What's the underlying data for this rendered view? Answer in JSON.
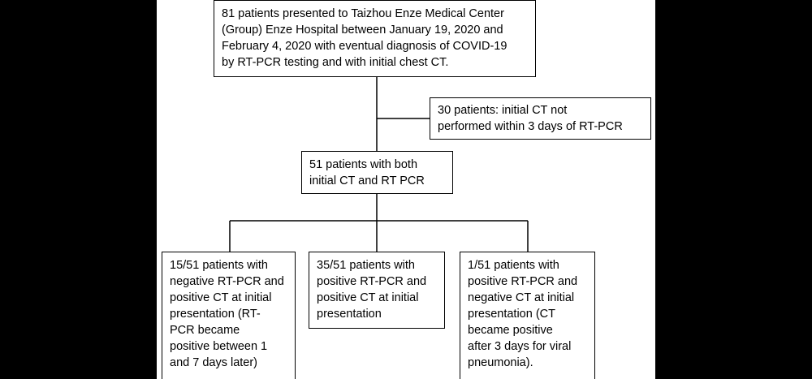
{
  "flowchart": {
    "enrolled": "81 patients presented to Taizhou Enze Medical Center\n(Group) Enze Hospital between January 19, 2020 and\nFebruary 4, 2020 with eventual diagnosis of COVID-19\nby RT-PCR testing and with initial chest CT.",
    "excluded": "30 patients:  initial CT not\nperformed within 3 days of RT-PCR",
    "included": "51 patients with both\ninitial CT and RT PCR",
    "group_negative_pcr": "15/51 patients with\nnegative RT-PCR and\npositive CT at initial\npresentation (RT-\nPCR became\npositive between 1\nand 7 days later)",
    "group_both_positive": "35/51 patients with\npositive RT-PCR and\npositive CT at initial\npresentation",
    "group_negative_ct": "1/51 patients with\npositive RT-PCR and\nnegative CT at initial\npresentation (CT\nbecame positive\nafter 3 days for viral\npneumonia)."
  }
}
